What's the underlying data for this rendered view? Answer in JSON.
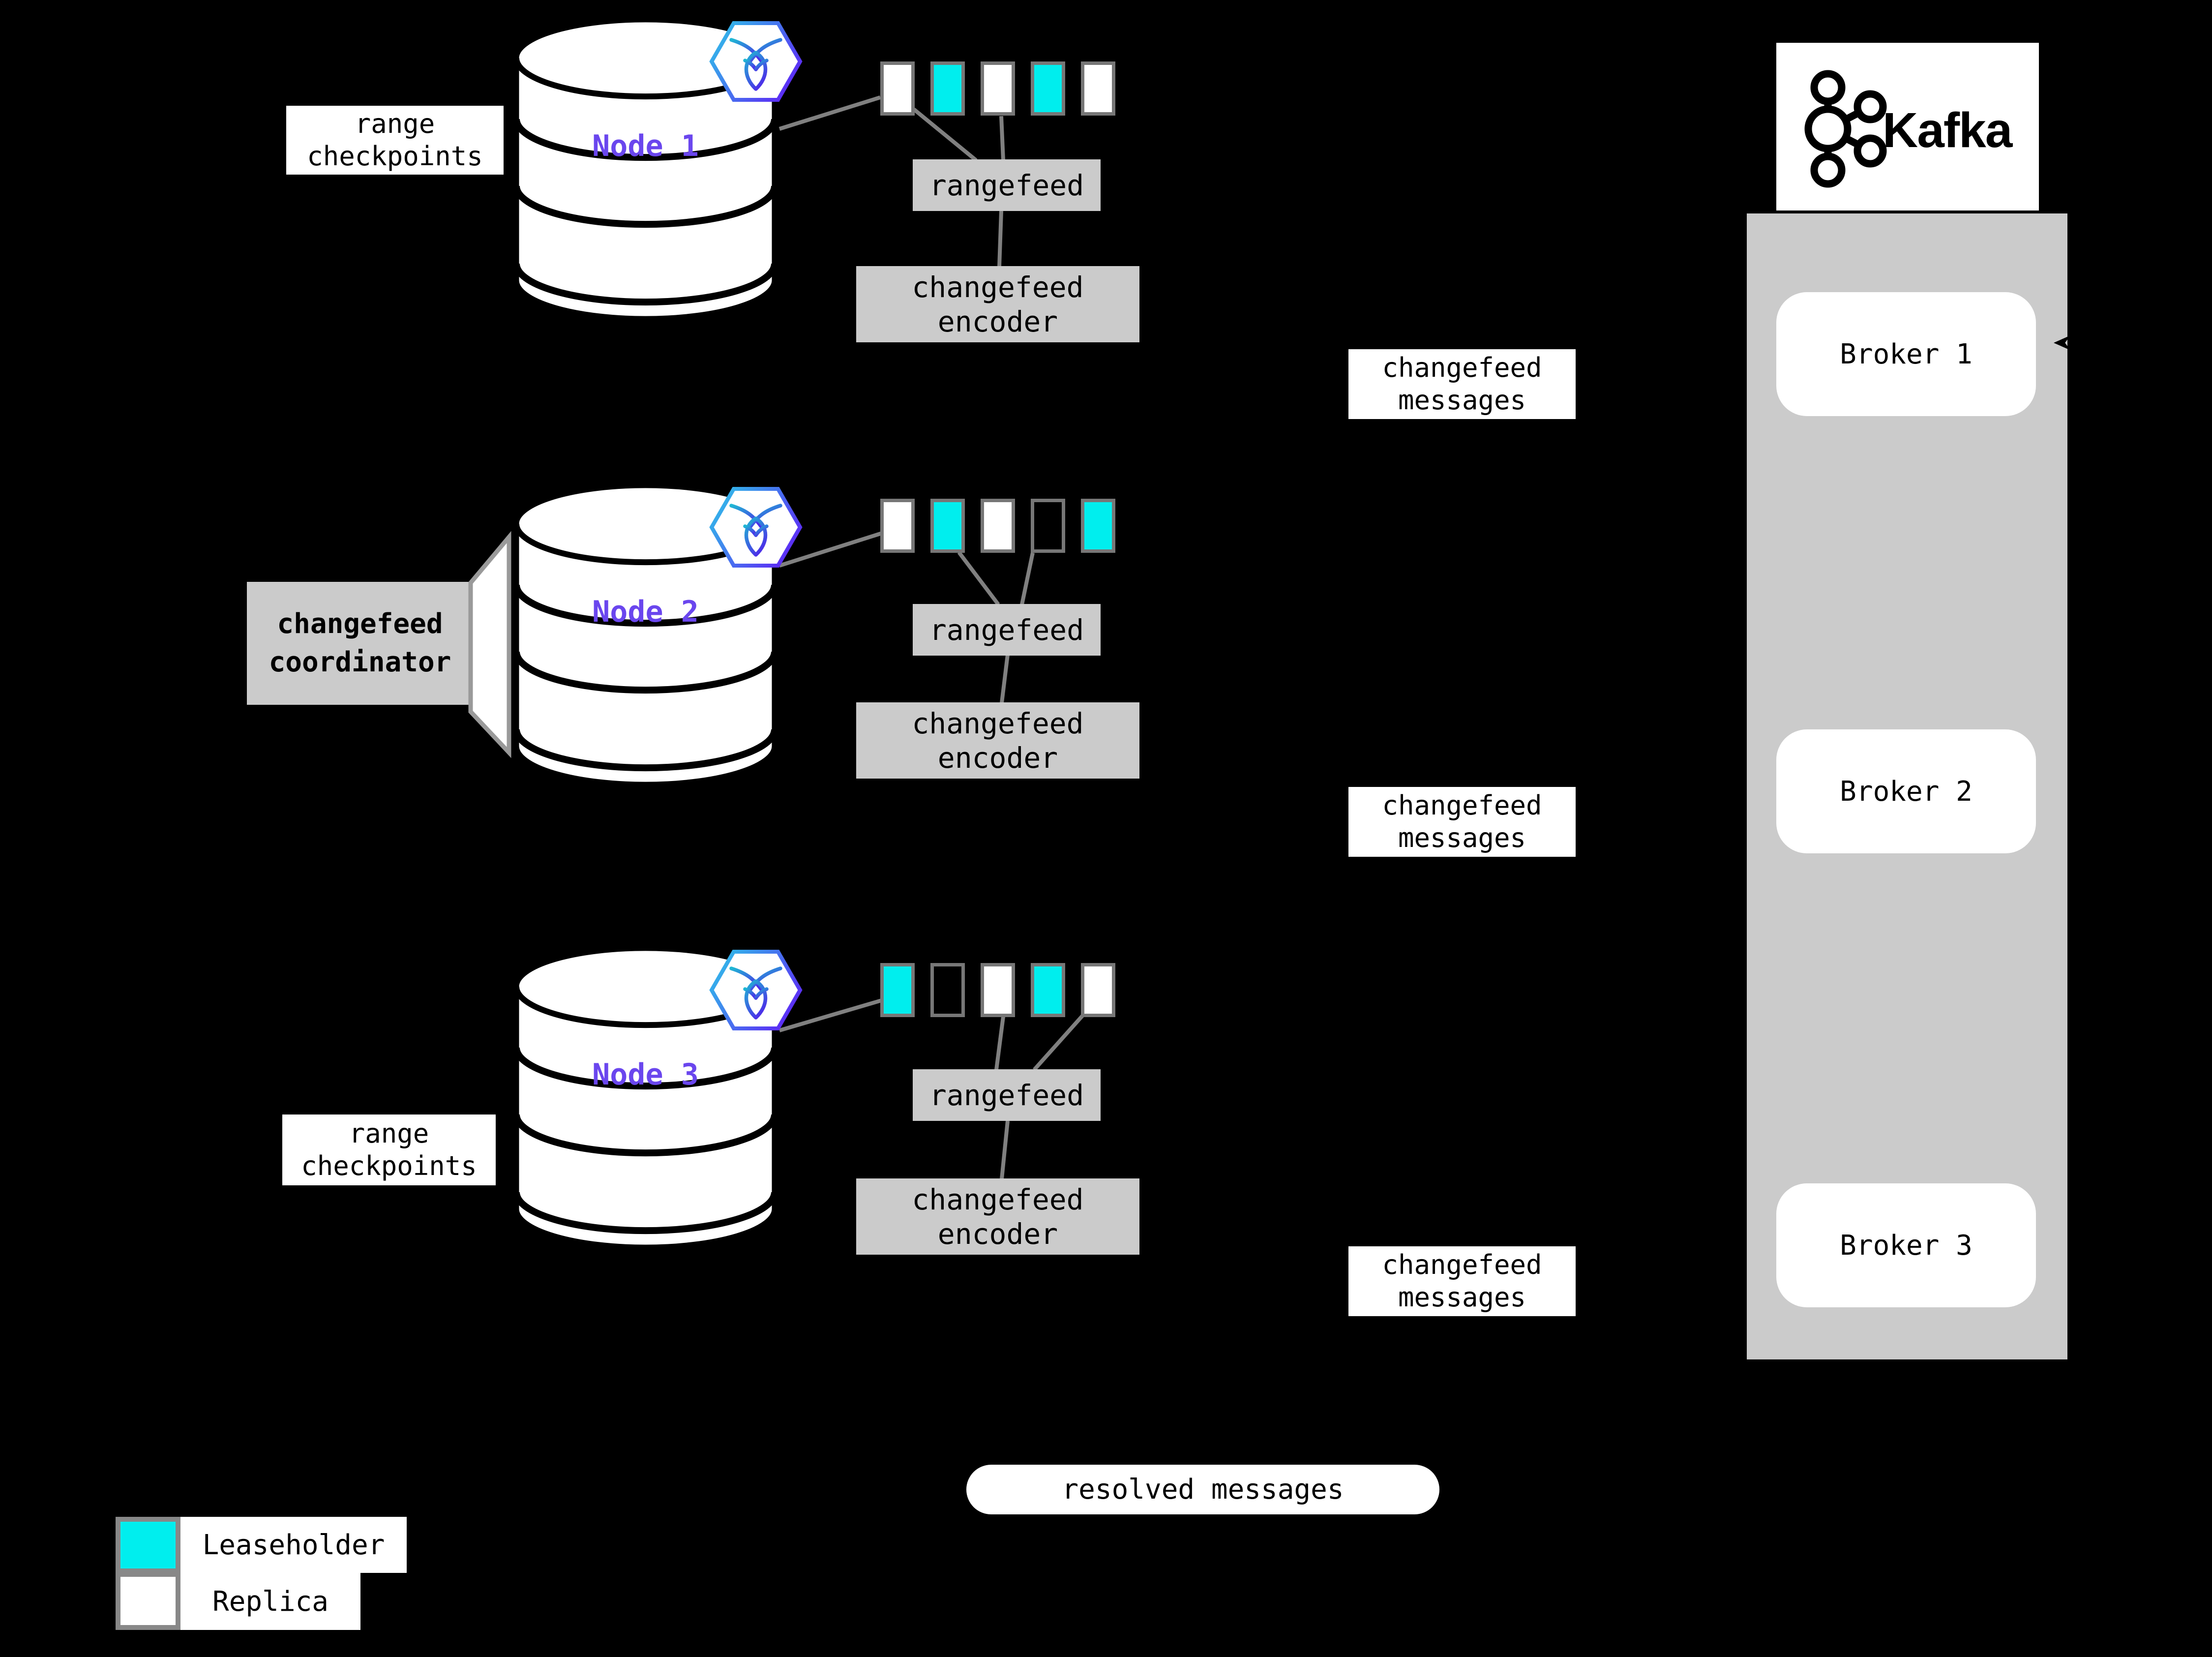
{
  "colors": {
    "background": "#000000",
    "leaseholder": "#00eeee",
    "replica": "#ffffff",
    "empty": "transparent",
    "range_border": "#777777",
    "panel_gray": "#cbcbcb",
    "line_gray": "#808080",
    "node_label_purple": "#6a46ee",
    "hex_gradient_start": "#2cc9e8",
    "hex_gradient_end": "#5b2ff5"
  },
  "nodes": [
    {
      "label": "Node 1",
      "ranges": [
        "replica",
        "leaseholder",
        "replica",
        "leaseholder",
        "replica"
      ],
      "rangefeed_label": "rangefeed",
      "encoder_line1": "changefeed",
      "encoder_line2": "encoder",
      "messages_line1": "changefeed",
      "messages_line2": "messages"
    },
    {
      "label": "Node 2",
      "ranges": [
        "replica",
        "leaseholder",
        "replica",
        "empty",
        "leaseholder"
      ],
      "rangefeed_label": "rangefeed",
      "encoder_line1": "changefeed",
      "encoder_line2": "encoder",
      "messages_line1": "changefeed",
      "messages_line2": "messages"
    },
    {
      "label": "Node 3",
      "ranges": [
        "leaseholder",
        "empty",
        "replica",
        "leaseholder",
        "replica"
      ],
      "rangefeed_label": "rangefeed",
      "encoder_line1": "changefeed",
      "encoder_line2": "encoder",
      "messages_line1": "changefeed",
      "messages_line2": "messages"
    }
  ],
  "annotations": {
    "range_checkpoints_top": {
      "line1": "range",
      "line2": "checkpoints"
    },
    "range_checkpoints_bottom": {
      "line1": "range",
      "line2": "checkpoints"
    },
    "coordinator": {
      "line1": "changefeed",
      "line2": "coordinator"
    },
    "resolved": "resolved messages"
  },
  "kafka": {
    "wordmark": "Kafka",
    "logo_icon": "kafka-nodes-icon",
    "brokers": [
      "Broker 1",
      "Broker 2",
      "Broker 3"
    ]
  },
  "legend": {
    "items": [
      {
        "kind": "leaseholder",
        "label": "Leaseholder"
      },
      {
        "kind": "replica",
        "label": "Replica"
      }
    ]
  },
  "icons": {
    "db_badge": "cockroachdb-hexagon-icon"
  }
}
